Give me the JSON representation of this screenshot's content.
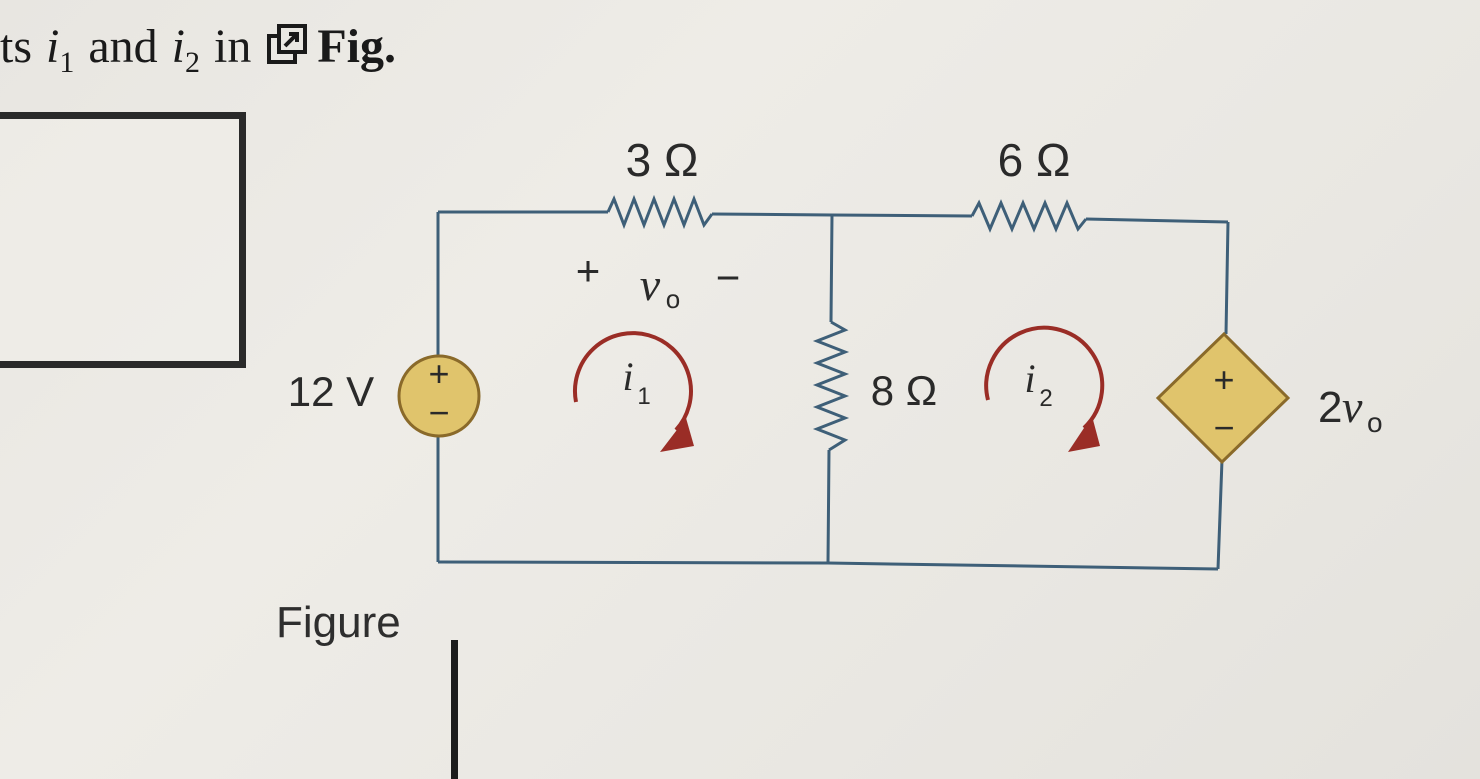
{
  "heading": {
    "prefix": "ts",
    "var1": "i",
    "sub1": "1",
    "and": "and",
    "var2": "i",
    "sub2": "2",
    "in": "in",
    "fig": "Fig."
  },
  "figure_label": "Figure",
  "circuit": {
    "source": {
      "value": "12 V",
      "plus": "+",
      "minus": "−"
    },
    "r_top_left": "3 Ω",
    "r_top_right": "6 Ω",
    "r_middle": "8 Ω",
    "vo_plus": "+",
    "vo_minus": "−",
    "vo_symbol": "v",
    "vo_sub": "o",
    "mesh1": {
      "symbol": "i",
      "sub": "1"
    },
    "mesh2": {
      "symbol": "i",
      "sub": "2"
    },
    "dep_source": {
      "plus": "+",
      "minus": "−",
      "label_coef": "2",
      "label_var": "v",
      "label_sub": "o"
    }
  },
  "colors": {
    "wire": "#3e5f78",
    "loop_arrow": "#9a2d26",
    "source_fill": "#e0c46c",
    "source_stroke": "#8a6a2a"
  }
}
